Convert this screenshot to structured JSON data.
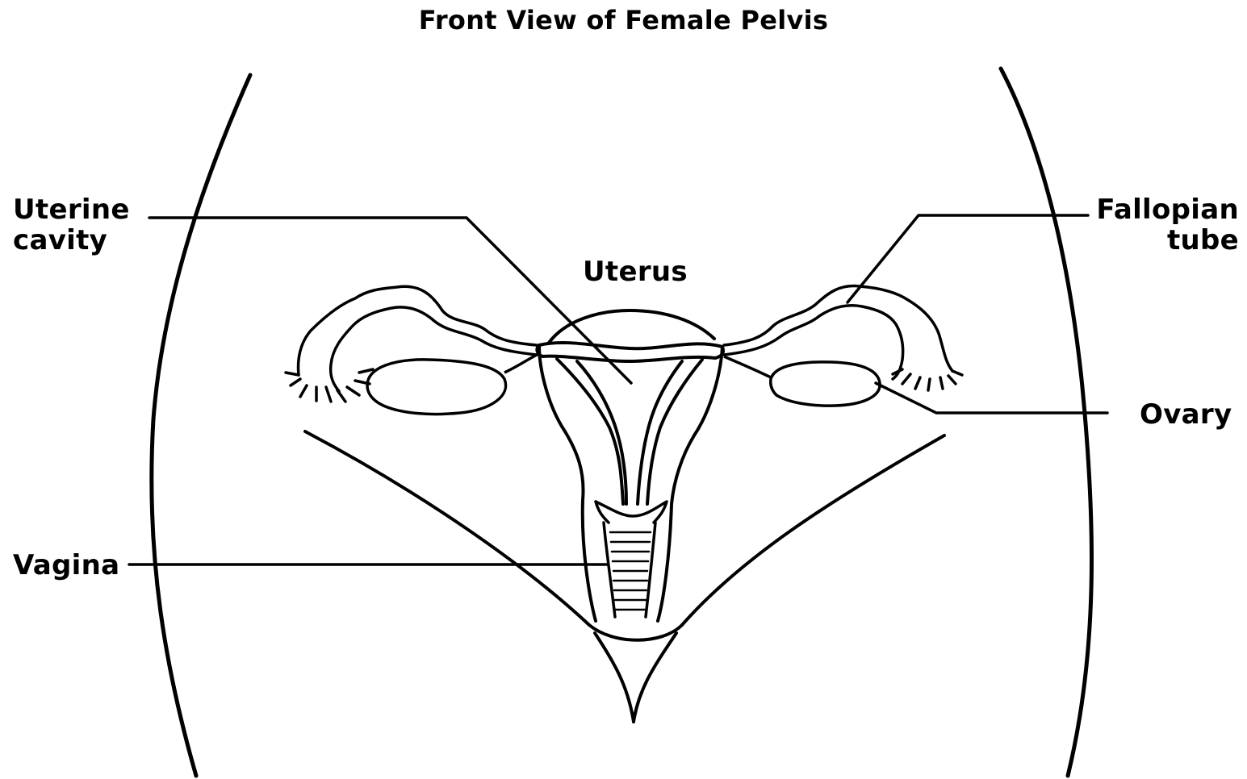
{
  "title": "Front View of Female Pelvis",
  "labels": {
    "uterine_cavity_line1": "Uterine",
    "uterine_cavity_line2": "cavity",
    "fallopian_tube_line1": "Fallopian",
    "fallopian_tube_line2": "tube",
    "uterus": "Uterus",
    "ovary": "Ovary",
    "vagina": "Vagina"
  },
  "colors": {
    "ink": "#000000",
    "background": "#ffffff"
  }
}
